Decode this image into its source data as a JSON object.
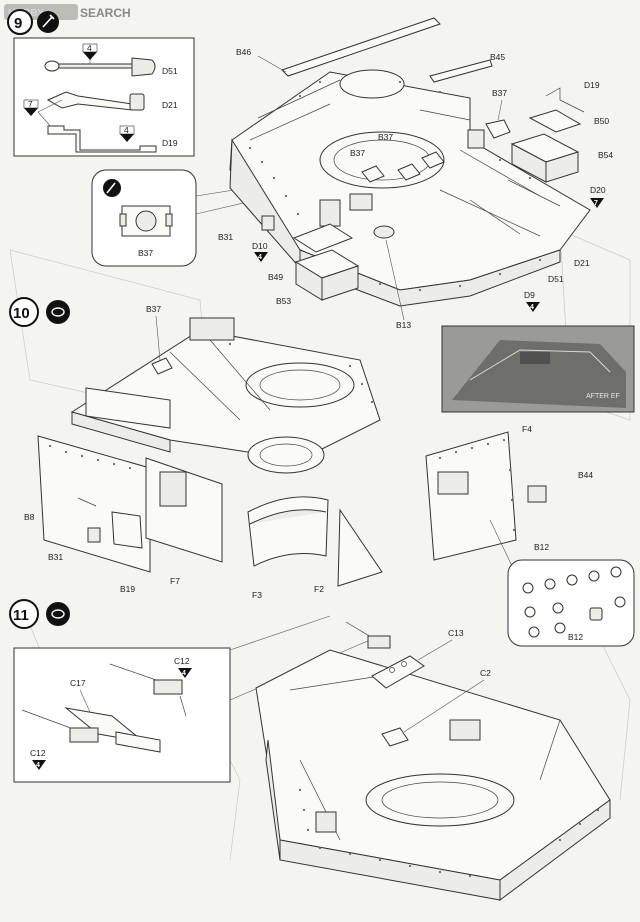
{
  "watermark": {
    "logo": "HOBBY",
    "text": "SEARCH"
  },
  "steps": [
    {
      "number": "9"
    },
    {
      "number": "10"
    },
    {
      "number": "11"
    }
  ],
  "callouts": {
    "d51_inset": "D51",
    "d21_inset": "D21",
    "d19_inset": "D19",
    "qty4_shovel": "4",
    "qty7_spade": "7",
    "qty4_d19": "4",
    "b37_inset": "B37",
    "b46": "B46",
    "b45": "B45",
    "b37_a": "B37",
    "d19_a": "D19",
    "b50": "B50",
    "b37_b": "B37",
    "b37_c": "B37",
    "b54": "B54",
    "d20": "D20",
    "qty7_d20": "7",
    "b31_a": "B31",
    "d10": "D10",
    "qty4_d10": "4",
    "b49": "B49",
    "b53": "B53",
    "b13": "B13",
    "d9": "D9",
    "qty4_d9": "4",
    "d51_a": "D51",
    "d21_a": "D21",
    "b37_d": "B37",
    "b8": "B8",
    "b31_b": "B31",
    "b19": "B19",
    "f7": "F7",
    "f3": "F3",
    "f2": "F2",
    "f4": "F4",
    "b44": "B44",
    "b12_a": "B12",
    "b12_b": "B12",
    "photo_text": "AFTER EF",
    "c12_a": "C12",
    "qty4_c12a": "4",
    "c17": "C17",
    "c12_b": "C12",
    "qty4_c12b": "4",
    "c13": "C13",
    "c2": "C2"
  }
}
